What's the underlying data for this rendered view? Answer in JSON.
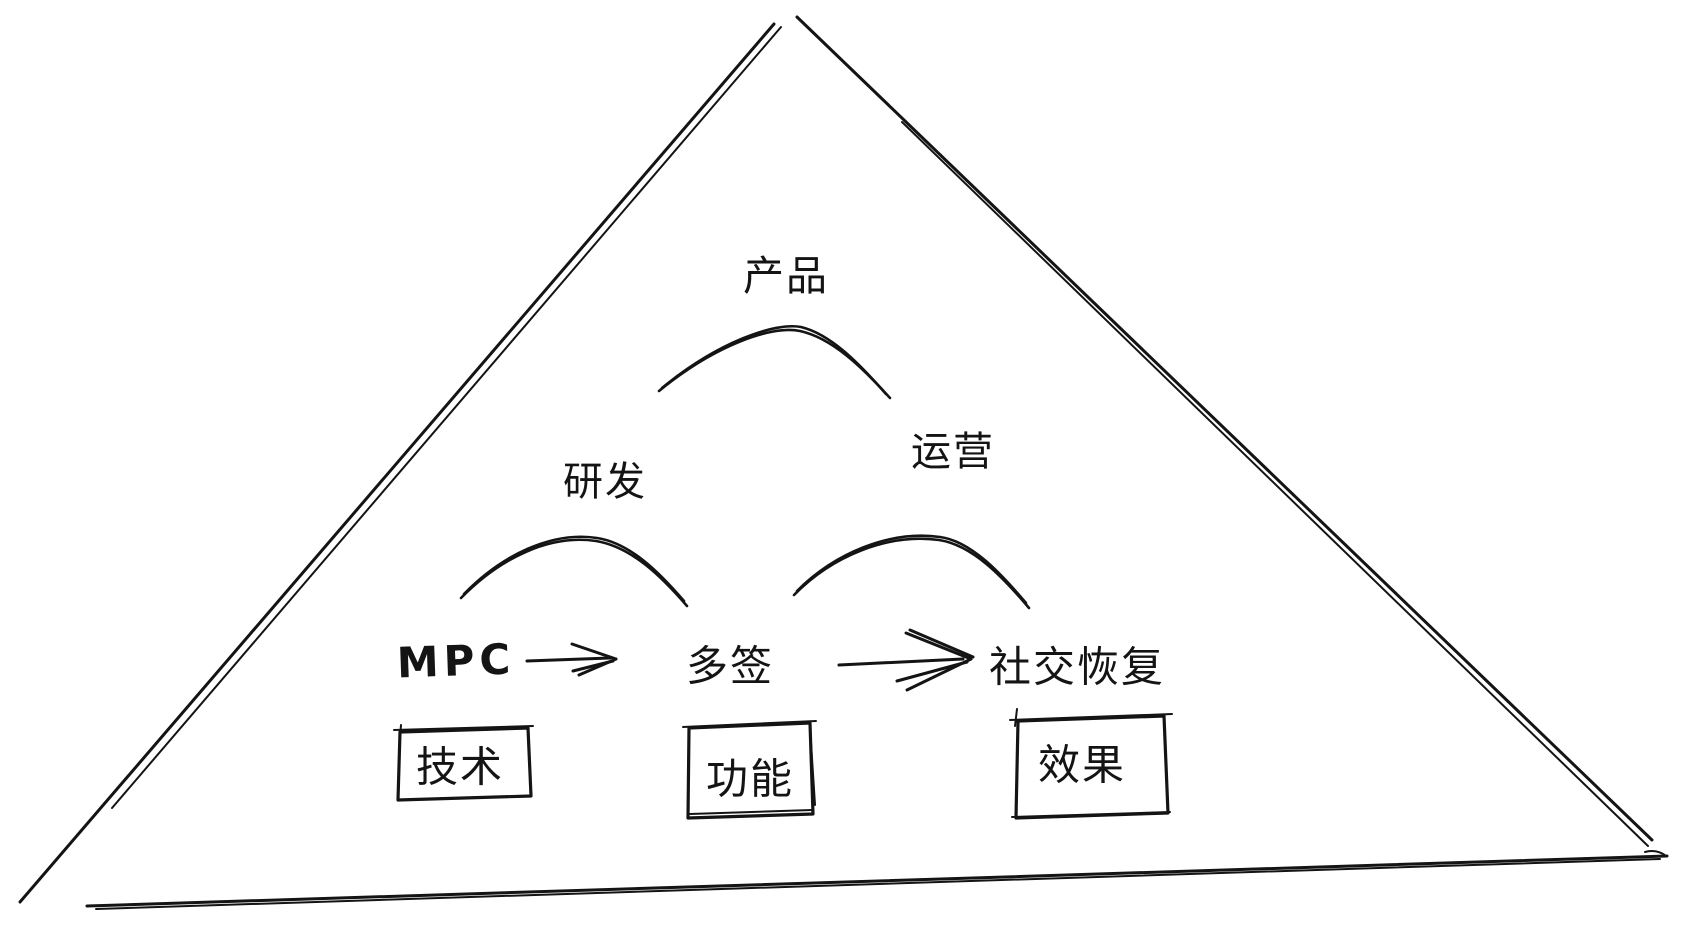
{
  "canvas": {
    "background": "#ffffff",
    "ink": "#141414"
  },
  "pyramid": {
    "levels": {
      "top": "产品",
      "left": "研发",
      "right": "运营"
    }
  },
  "flow": {
    "steps": [
      "MPC",
      "多签",
      "社交恢复"
    ]
  },
  "boxes": {
    "technology": "技术",
    "function": "功能",
    "effect": "效果"
  }
}
